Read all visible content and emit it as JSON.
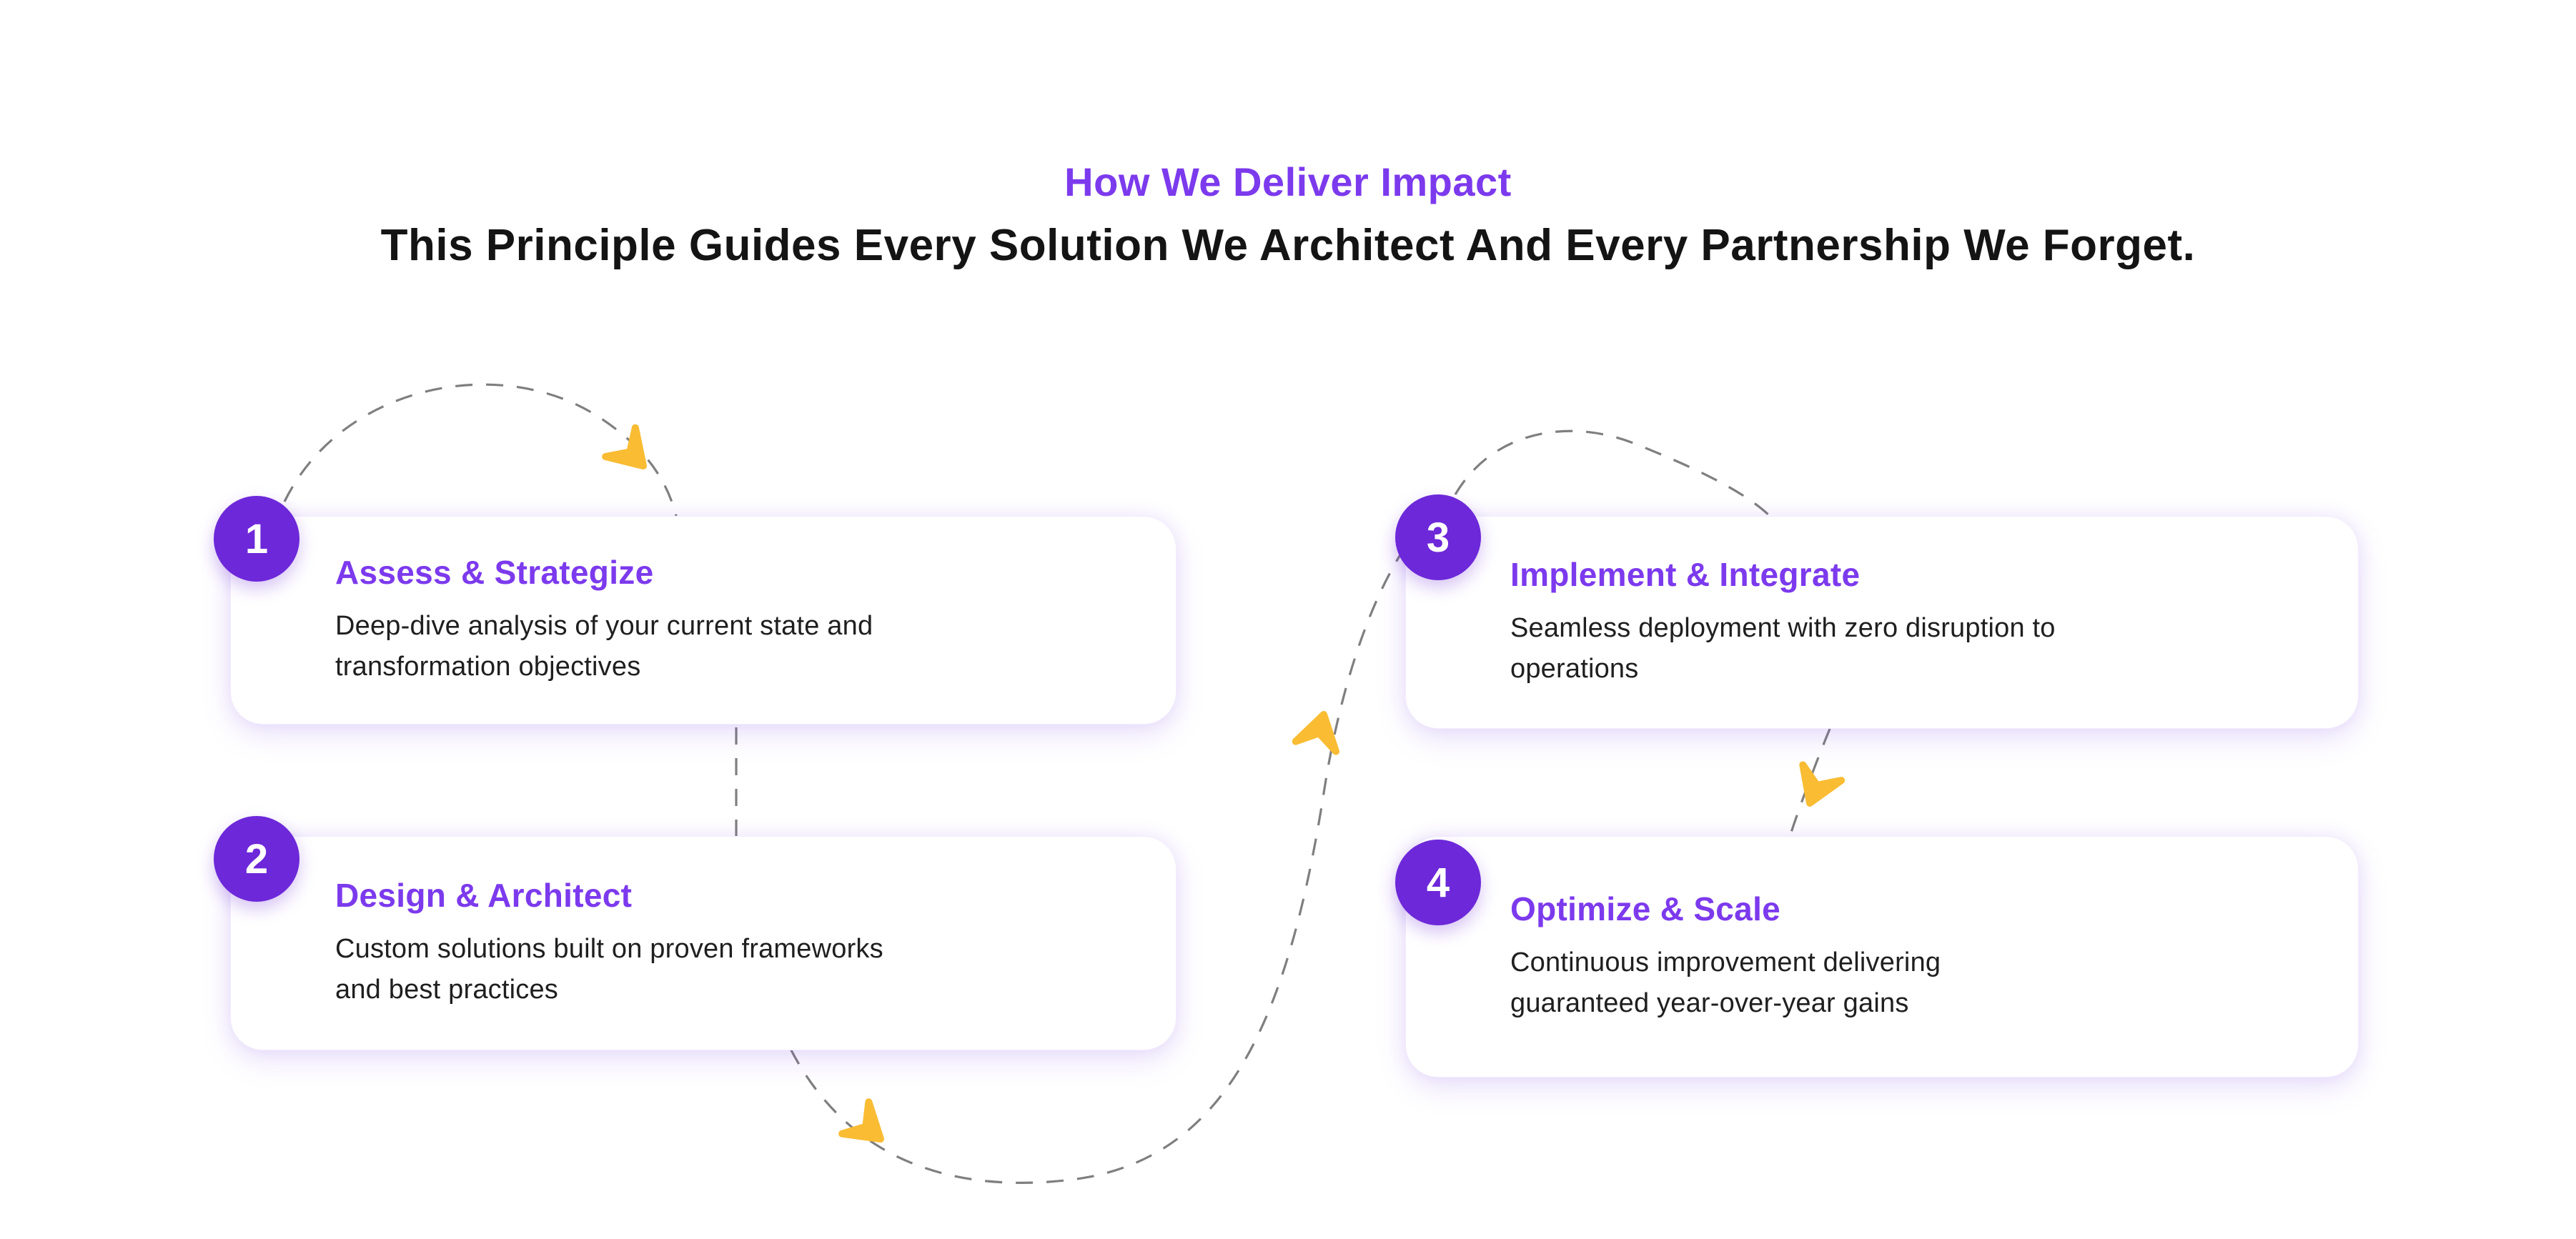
{
  "header": {
    "eyebrow": "How We Deliver Impact",
    "title": "This Principle Guides Every Solution We Architect And Every Partnership We Forget."
  },
  "steps": [
    {
      "number": "1",
      "title": "Assess & Strategize",
      "description": "Deep-dive analysis of your current state and\ntransformation objectives"
    },
    {
      "number": "2",
      "title": "Design & Architect",
      "description": "Custom solutions built on proven frameworks\nand best practices"
    },
    {
      "number": "3",
      "title": "Implement & Integrate",
      "description": "Seamless deployment with zero disruption to\noperations"
    },
    {
      "number": "4",
      "title": "Optimize & Scale",
      "description": "Continuous improvement delivering\nguaranteed year-over-year gains"
    }
  ],
  "colors": {
    "accent_purple": "#7C3AED",
    "badge_purple": "#6D28D9",
    "arrow_amber": "#F9BC33",
    "dash_gray": "#7F7F7F",
    "heading_black": "#141414",
    "body_text": "#1F1F1F",
    "card_background": "#FFFFFF"
  }
}
